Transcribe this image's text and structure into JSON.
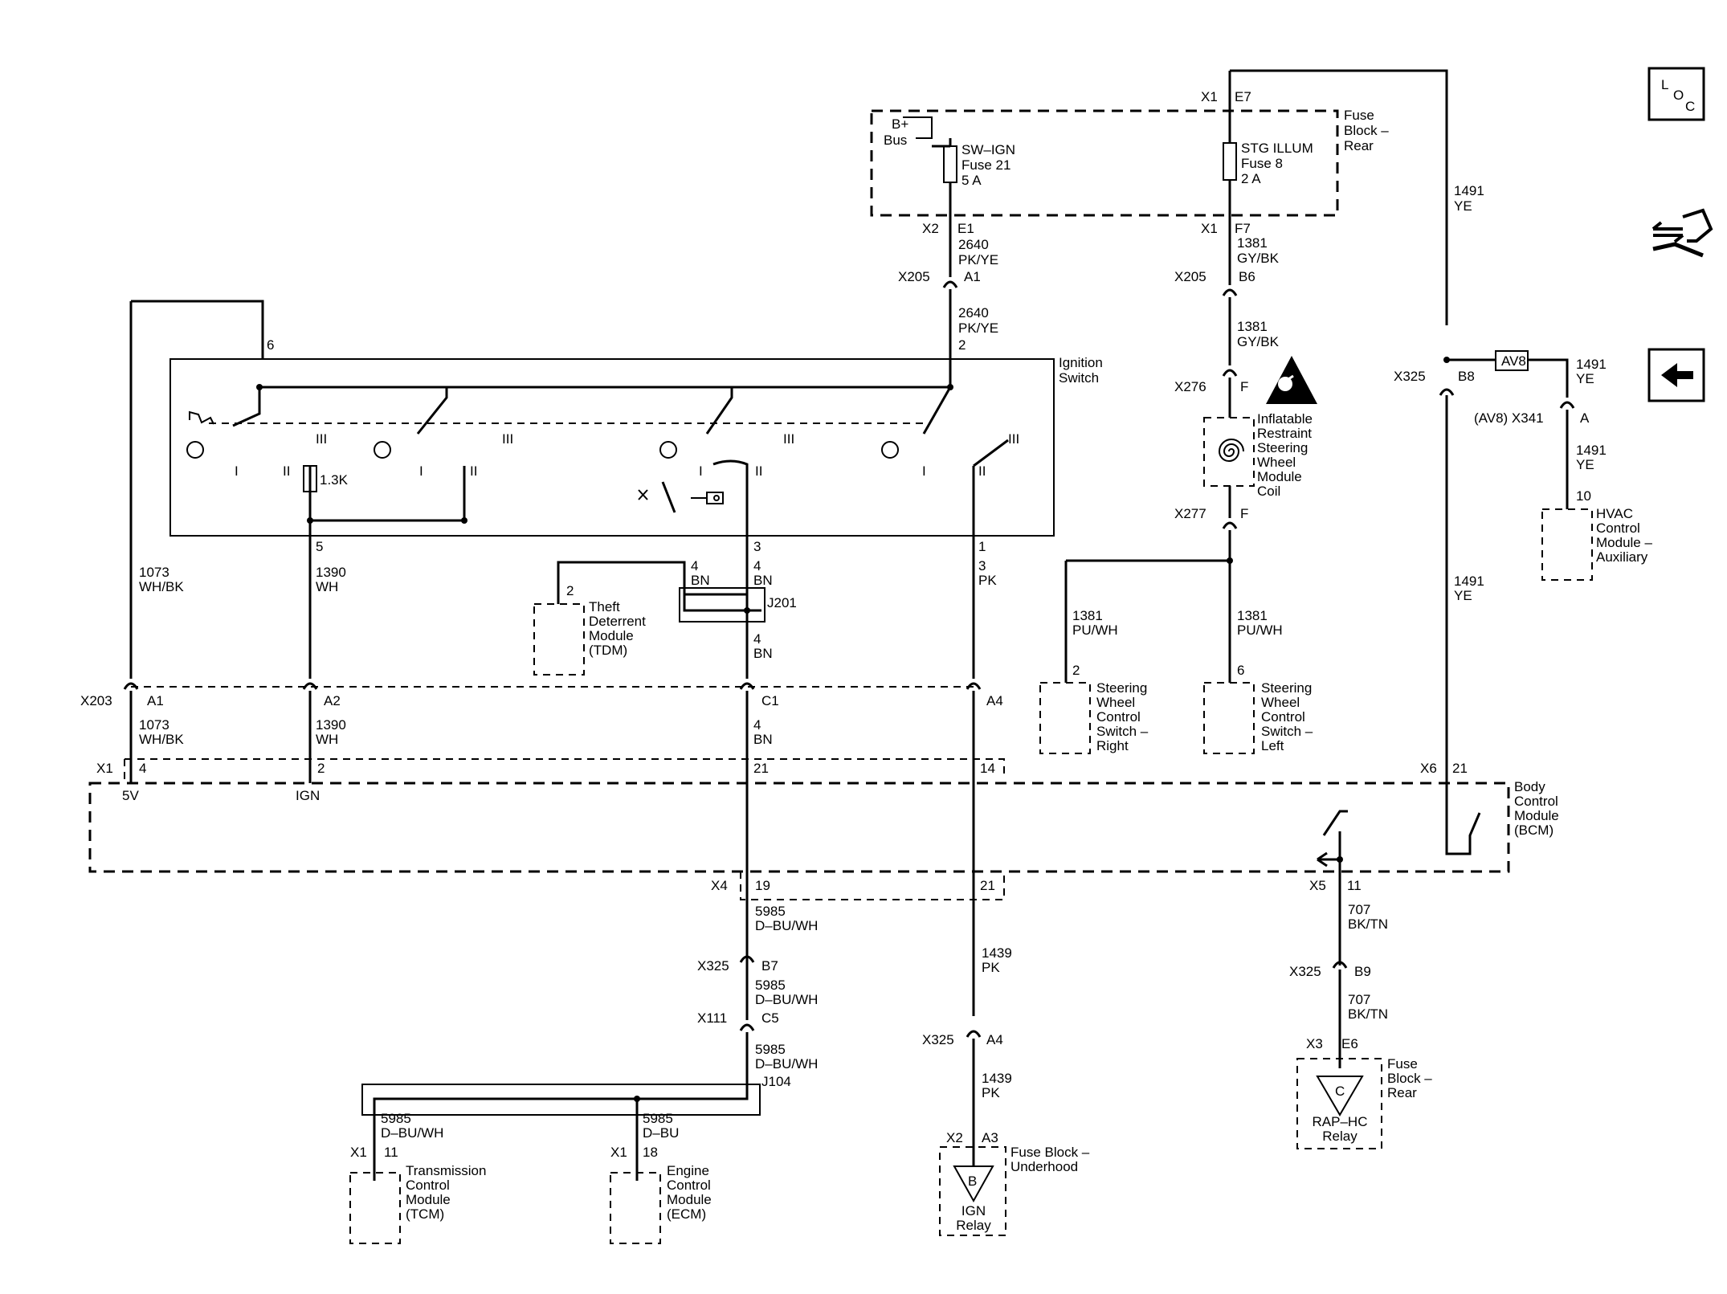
{
  "fuse_block_rear": {
    "title": [
      "Fuse",
      "Block –",
      "Rear"
    ],
    "bplus": [
      "B+",
      "Bus"
    ],
    "fuse21": [
      "SW–IGN",
      "Fuse 21",
      "5 A"
    ],
    "fuse8": [
      "STG ILLUM",
      "Fuse 8",
      "2 A"
    ],
    "x1_label": "X1",
    "x1_pin": "E7",
    "x2_label": "X2",
    "x2_pin": "E1",
    "x1f_label": "X1",
    "x1f_pin": "F7"
  },
  "wires": {
    "w2640": [
      "2640",
      "PK/YE"
    ],
    "w2640b": [
      "2640",
      "PK/YE"
    ],
    "w1381a": [
      "1381",
      "GY/BK"
    ],
    "w1381b": [
      "1381",
      "GY/BK"
    ],
    "w1491a": [
      "1491",
      "YE"
    ],
    "w1491b": [
      "1491",
      "YE"
    ],
    "w1491c": [
      "1491",
      "YE"
    ],
    "w1491d": [
      "1491",
      "YE"
    ],
    "w1073a": [
      "1073",
      "WH/BK"
    ],
    "w1073b": [
      "1073",
      "WH/BK"
    ],
    "w1390a": [
      "1390",
      "WH"
    ],
    "w1390b": [
      "1390",
      "WH"
    ],
    "w4a": [
      "4",
      "BN"
    ],
    "w4b": [
      "4",
      "BN"
    ],
    "w4c": [
      "4",
      "BN"
    ],
    "w4d": [
      "4",
      "BN"
    ],
    "w3": [
      "3",
      "PK"
    ],
    "w1381c": [
      "1381",
      "PU/WH"
    ],
    "w1381d": [
      "1381",
      "PU/WH"
    ],
    "w5985a": [
      "5985",
      "D–BU/WH"
    ],
    "w5985b": [
      "5985",
      "D–BU/WH"
    ],
    "w5985c": [
      "5985",
      "D–BU/WH"
    ],
    "w5985d": [
      "5985",
      "D–BU/WH"
    ],
    "w5985e": [
      "5985",
      "D–BU"
    ],
    "w1439a": [
      "1439",
      "PK"
    ],
    "w1439b": [
      "1439",
      "PK"
    ],
    "w707a": [
      "707",
      "BK/TN"
    ],
    "w707b": [
      "707",
      "BK/TN"
    ]
  },
  "connectors": {
    "x205a": "X205",
    "x205a_pin": "A1",
    "x205b": "X205",
    "x205b_pin": "B6",
    "x276": "X276",
    "x276_pin": "F",
    "x277": "X277",
    "x277_pin": "F",
    "x325a": "X325",
    "x325a_pin": "B8",
    "x341": "(AV8) X341",
    "x341_pin": "A",
    "x203": "X203",
    "x203_a1": "A1",
    "x203_a2": "A2",
    "x203_c1": "C1",
    "x203_a4": "A4",
    "x325b": "X325",
    "x325b_pin": "B7",
    "x111": "X111",
    "x111_pin": "C5",
    "x325c": "X325",
    "x325c_pin": "A4",
    "x325d": "X325",
    "x325d_pin": "B9",
    "j201": "J201",
    "j104": "J104",
    "av8": "AV8"
  },
  "ignition_switch": {
    "title": [
      "Ignition",
      "Switch"
    ],
    "pin6": "6",
    "pin2": "2",
    "pin5": "5",
    "pin3": "3",
    "pin1": "1",
    "resistor": "1.3K",
    "pos_I": "I",
    "pos_II": "II",
    "pos_III": "III"
  },
  "inflatable": [
    "Inflatable",
    "Restraint",
    "Steering",
    "Wheel",
    "Module",
    "Coil"
  ],
  "hvac": {
    "pin": "10",
    "title": [
      "HVAC",
      "Control",
      "Module –",
      "Auxiliary"
    ]
  },
  "tdm": {
    "pin": "2",
    "pin4": "4",
    "title": [
      "Theft",
      "Deterrent",
      "Module",
      "(TDM)"
    ]
  },
  "swc_right": {
    "pin": "2",
    "title": [
      "Steering",
      "Wheel",
      "Control",
      "Switch –",
      "Right"
    ]
  },
  "swc_left": {
    "pin": "6",
    "title": [
      "Steering",
      "Wheel",
      "Control",
      "Switch –",
      "Left"
    ]
  },
  "bcm": {
    "title": [
      "Body",
      "Control",
      "Module",
      "(BCM)"
    ],
    "x1": "X1",
    "p4": "4",
    "p2": "2",
    "p21": "21",
    "p14": "14",
    "v5": "5V",
    "ign": "IGN",
    "x6": "X6",
    "x6p": "21",
    "x4": "X4",
    "x4p19": "19",
    "x4p21": "21",
    "x5": "X5",
    "x5p": "11"
  },
  "tcm": {
    "conn": "X1",
    "pin": "11",
    "title": [
      "Transmission",
      "Control",
      "Module",
      "(TCM)"
    ]
  },
  "ecm": {
    "conn": "X1",
    "pin": "18",
    "title": [
      "Engine",
      "Control",
      "Module",
      "(ECM)"
    ]
  },
  "fuse_underhood": {
    "conn": "X2",
    "pin": "A3",
    "title": [
      "Fuse Block –",
      "Underhood"
    ],
    "letter": "B",
    "relay": [
      "IGN",
      "Relay"
    ]
  },
  "fuse_rear2": {
    "conn": "X3",
    "pin": "E6",
    "title": [
      "Fuse",
      "Block –",
      "Rear"
    ],
    "letter": "C",
    "relay": [
      "RAP–HC",
      "Relay"
    ]
  },
  "nav": {
    "loc_l": "L",
    "loc_o": "O",
    "loc_c": "C"
  }
}
